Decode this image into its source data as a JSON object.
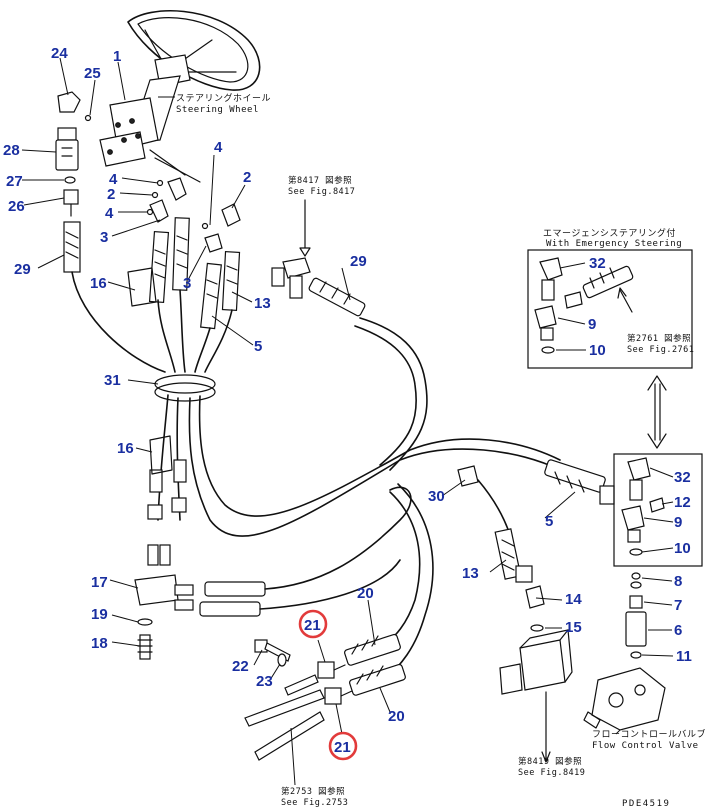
{
  "part_numbers": {
    "n1": "1",
    "n2a": "2",
    "n2b": "2",
    "n3a": "3",
    "n3b": "3",
    "n4a": "4",
    "n4b": "4",
    "n4c": "4",
    "n5a": "5",
    "n5b": "5",
    "n6": "6",
    "n7": "7",
    "n8": "8",
    "n9a": "9",
    "n9b": "9",
    "n10a": "10",
    "n10b": "10",
    "n11": "11",
    "n12": "12",
    "n13a": "13",
    "n13b": "13",
    "n14": "14",
    "n15": "15",
    "n16a": "16",
    "n16b": "16",
    "n17": "17",
    "n18": "18",
    "n19": "19",
    "n20a": "20",
    "n20b": "20",
    "n21a": "21",
    "n21b": "21",
    "n22": "22",
    "n23": "23",
    "n24": "24",
    "n25": "25",
    "n26": "26",
    "n27": "27",
    "n28": "28",
    "n29a": "29",
    "n29b": "29",
    "n30": "30",
    "n31": "31",
    "n32a": "32",
    "n32b": "32"
  },
  "captions": {
    "steering_wheel_jp": "ステアリングホイール",
    "steering_wheel_en": "Steering Wheel",
    "emergency_jp": "エマージェンシステアリング付",
    "emergency_en": "With Emergency Steering",
    "flow_valve_jp": "フローコントロールバルブ",
    "flow_valve_en": "Flow Control Valve"
  },
  "references": {
    "fig8417_jp": "第8417 図参照",
    "fig8417_en": "See Fig.8417",
    "fig2761_jp": "第2761 図参照",
    "fig2761_en": "See Fig.2761",
    "fig8419_jp": "第8419 図参照",
    "fig8419_en": "See Fig.8419",
    "fig2753_jp": "第2753 図参照",
    "fig2753_en": "See Fig.2753"
  },
  "drawing_code": "PDE4519",
  "colors": {
    "label": "#1a2fa0",
    "highlight_ring": "#e23b3b",
    "line": "#111111"
  }
}
